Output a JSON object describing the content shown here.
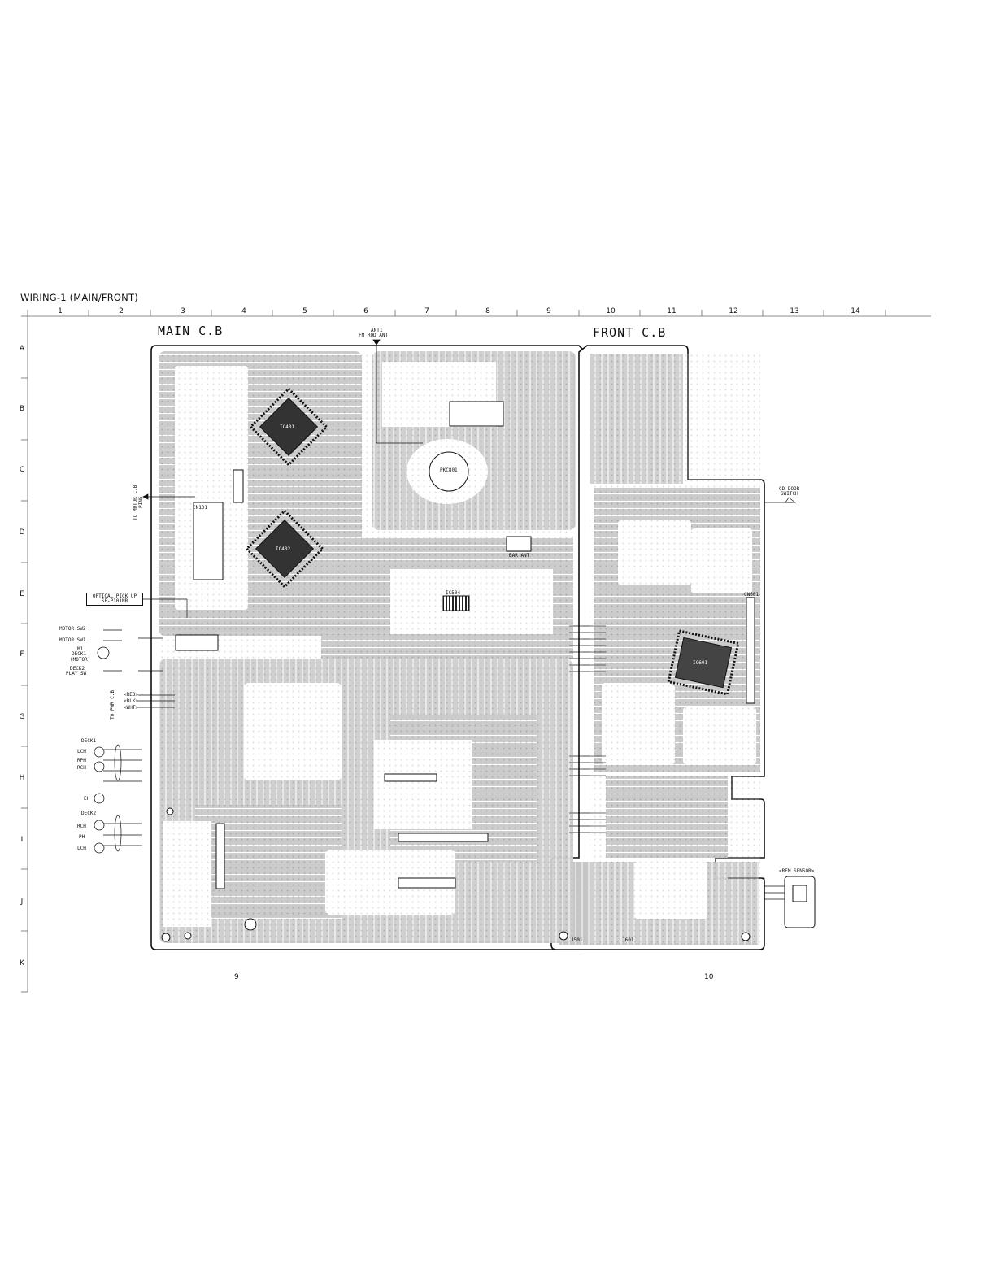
{
  "page": {
    "title": "WIRING-1 (MAIN/FRONT)",
    "page_numbers": [
      "9",
      "10"
    ]
  },
  "grid": {
    "columns": [
      "1",
      "2",
      "3",
      "4",
      "5",
      "6",
      "7",
      "8",
      "9",
      "10",
      "11",
      "12",
      "13",
      "14"
    ],
    "rows": [
      "A",
      "B",
      "C",
      "D",
      "E",
      "F",
      "G",
      "H",
      "I",
      "J",
      "K"
    ]
  },
  "boards": {
    "main": "MAIN C.B",
    "front": "FRONT C.B"
  },
  "antenna": {
    "line1": "ANT1",
    "line2": "FM ROD ANT",
    "bar_ant": "BAR ANT"
  },
  "left_connectors": {
    "to_motor": "TO MOTOR C.B",
    "to_motor_pins": "PIN5",
    "optical_line1": "OPTICAL PICK UP",
    "optical_line2": "SF-P101NR",
    "motor_sw2": "MOTOR SW2",
    "motor_sw1": "MOTOR SW1",
    "m1": "M1",
    "deck_motor": "DECK1",
    "motor": "(MOTOR)",
    "deck2_play_line1": "DECK2",
    "deck2_play_line2": "PLAY SW",
    "to_pwr": "TO PWR C.B",
    "red": "<RED>",
    "blk": "<BLK>",
    "wht": "<WHT>",
    "deck1": "DECK1",
    "lch1": "LCH",
    "rph": "RPH",
    "rch1": "RCH",
    "eh": "EH",
    "deck2": "DECK2",
    "rch2": "RCH",
    "ph": "PH",
    "lch2": "LCH"
  },
  "right_connectors": {
    "cd_door_line1": "CD DOOR",
    "cd_door_line2": "SWITCH",
    "rem_sensor": "<REM SENSOR>"
  },
  "components": {
    "ic_main_b": "IC401",
    "ic_main_d": "IC402",
    "tuner": "PKC801",
    "ic_center": "IC504",
    "ic_front": "IC601",
    "cn101": "CN101",
    "cn601": "CN601",
    "j501": "J501",
    "j601": "J601"
  }
}
